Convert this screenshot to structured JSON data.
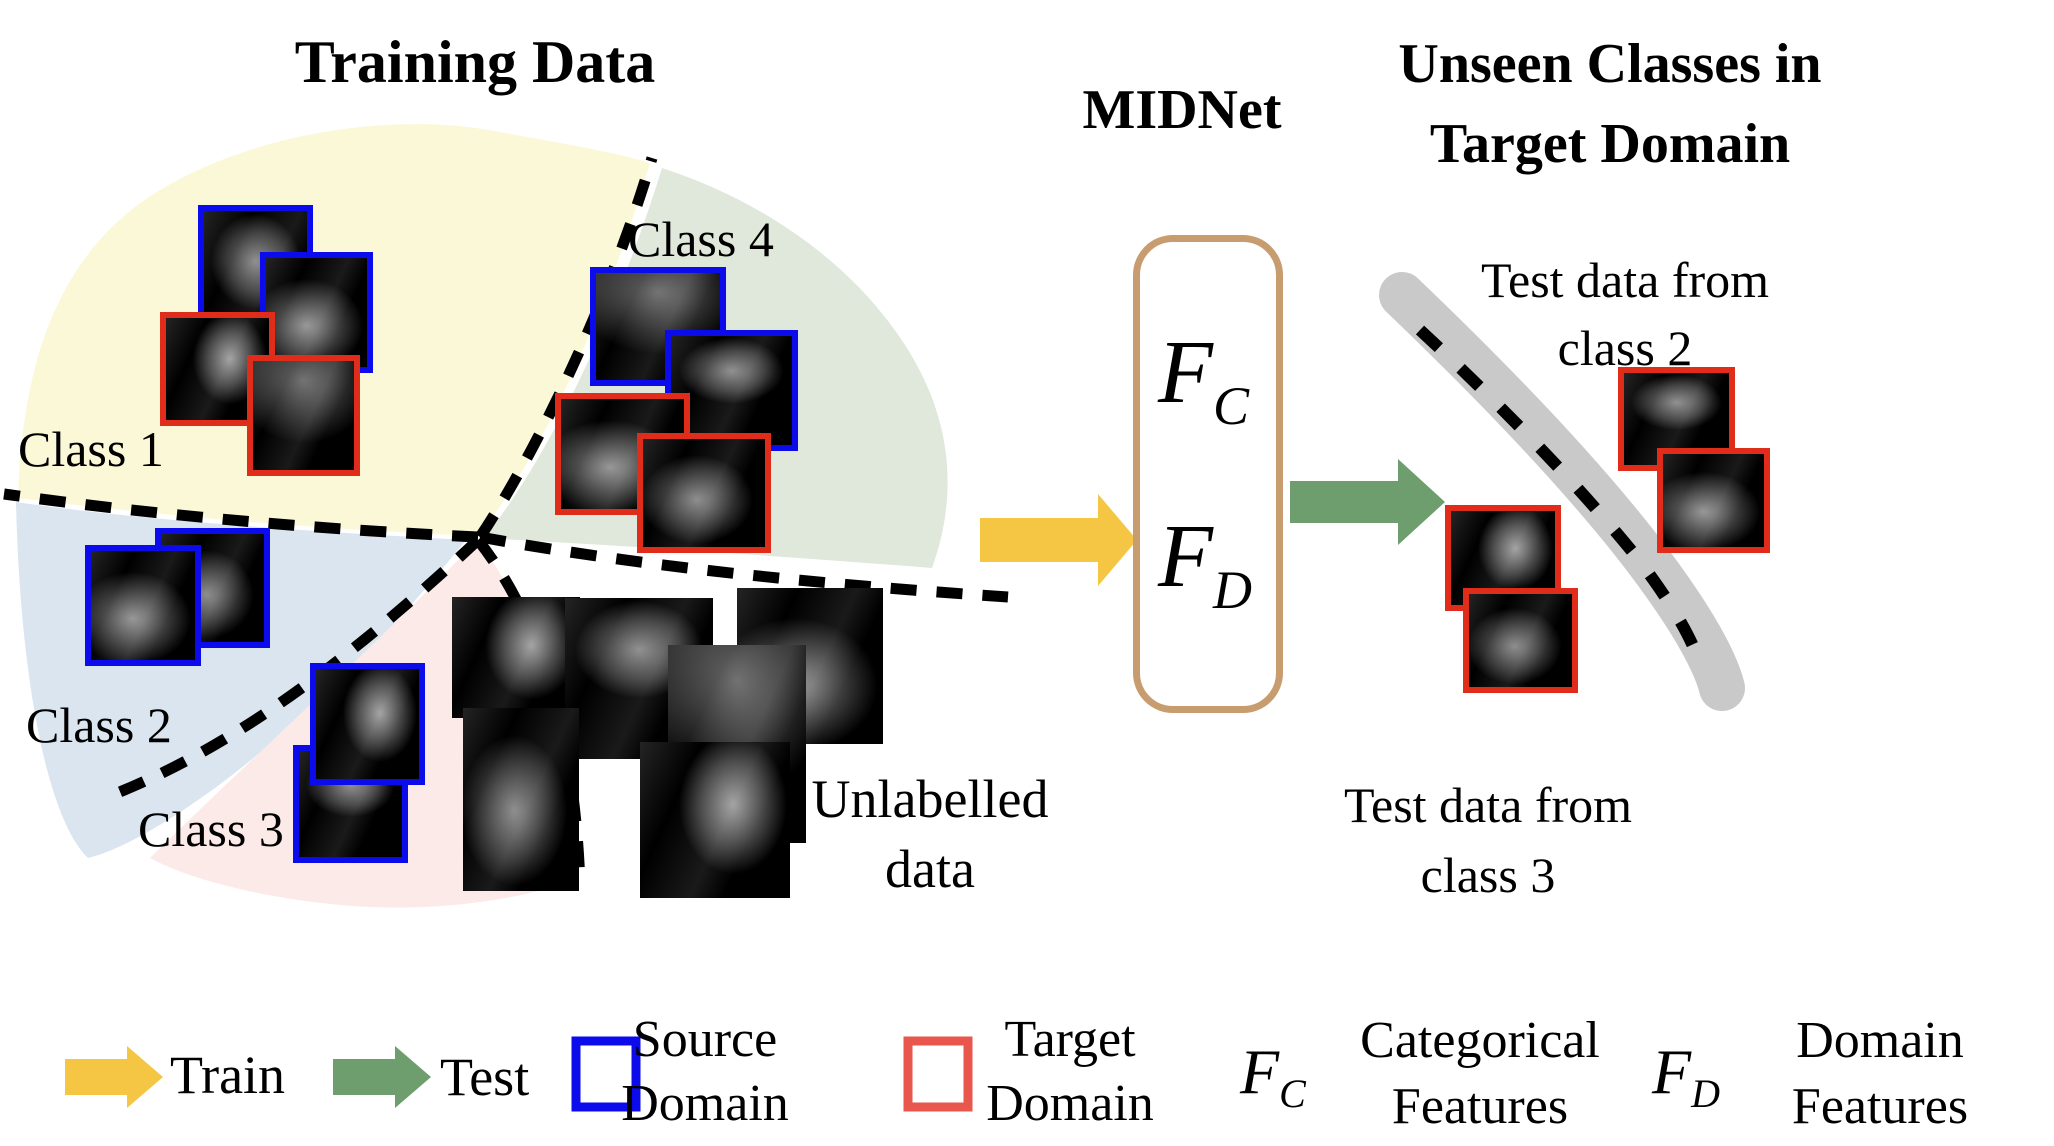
{
  "figure": {
    "training": {
      "title": "Training Data",
      "classes": [
        "Class 1",
        "Class 2",
        "Class 3",
        "Class 4"
      ],
      "unlabelled": [
        "Unlabelled",
        "data"
      ]
    },
    "model": {
      "title": "MIDNet",
      "features": [
        {
          "main": "F",
          "sub": "C"
        },
        {
          "main": "F",
          "sub": "D"
        }
      ]
    },
    "target": {
      "title": [
        "Unseen Classes in",
        "Target Domain"
      ],
      "test_groups": [
        [
          "Test data from",
          "class 2"
        ],
        [
          "Test data from",
          "class 3"
        ]
      ]
    },
    "legend": {
      "train": "Train",
      "test": "Test",
      "source": [
        "Source",
        "Domain"
      ],
      "target": [
        "Target",
        "Domain"
      ],
      "fc": {
        "main": "F",
        "sub": "C",
        "desc": [
          "Categorical",
          "Features"
        ]
      },
      "fd": {
        "main": "F",
        "sub": "D",
        "desc": [
          "Domain",
          "Features"
        ]
      }
    }
  },
  "colors": {
    "train_arrow": "#F5C643",
    "test_arrow": "#6E9D6E",
    "source_border": "#0B0BEB",
    "target_border": "#DF2C1B",
    "legend_target_border": "#E8564C",
    "midnet_border": "#C79C6F",
    "region_class1": "#FBF8D8",
    "region_class2": "#DBE5F0",
    "region_class3": "#FBEAE8",
    "region_class4": "#DFE8DB",
    "band": "#C9C9C9",
    "dash": "#000000"
  }
}
